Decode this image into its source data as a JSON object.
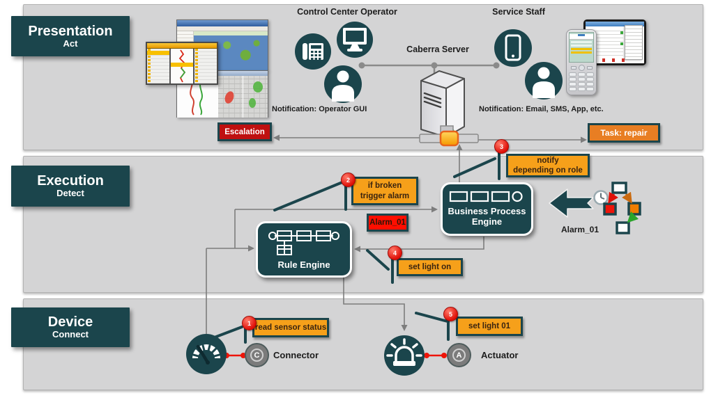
{
  "layers": {
    "presentation": {
      "title": "Presentation",
      "subtitle": "Act"
    },
    "execution": {
      "title": "Execution",
      "subtitle": "Detect"
    },
    "device": {
      "title": "Device",
      "subtitle": "Connect"
    }
  },
  "presentation": {
    "control_center_label": "Control Center Operator",
    "server_label": "Caberra Server",
    "service_staff_label": "Service Staff",
    "notification_operator": "Notification: Operator GUI",
    "notification_service": "Notification: Email, SMS, App, etc.",
    "escalation_badge": "Escalation",
    "task_badge": "Task: repair"
  },
  "execution": {
    "rule_engine_label": "Rule Engine",
    "business_process_engine_label": "Business Process\nEngine",
    "alarm_badge": "Alarm_01",
    "alarm_flow_label": "Alarm_01"
  },
  "device": {
    "connector_label": "Connector",
    "connector_letter": "C",
    "actuator_label": "Actuator",
    "actuator_letter": "A"
  },
  "steps": [
    {
      "num": "1",
      "label": "read sensor status"
    },
    {
      "num": "2",
      "label": "if broken\ntrigger alarm"
    },
    {
      "num": "3",
      "label": "notify\ndepending on role"
    },
    {
      "num": "4",
      "label": "set light on"
    },
    {
      "num": "5",
      "label": "set light 01"
    }
  ],
  "icons": {
    "control_center": [
      "desk-phone-icon",
      "monitor-icon",
      "person-icon"
    ],
    "service_staff": [
      "smartphone-icon",
      "person-icon"
    ],
    "server": "server-tower-icon",
    "execution": [
      "rule-chain-icon",
      "process-chain-icon",
      "block-arrow-left-icon",
      "clock-icon",
      "alarm-state-squares"
    ],
    "device": [
      "gauge-icon",
      "siren-light-icon",
      "connector-circle",
      "actuator-circle"
    ]
  },
  "colors": {
    "teal": "#1B454C",
    "band_gray": "#D4D4D5",
    "badge_orange": "#F6A01A",
    "task_orange": "#E87E23",
    "escalation_red": "#BF1010",
    "alarm_red": "#FF0E00",
    "pin_red": "#E8140C",
    "line_gray": "#7D7D7D"
  }
}
